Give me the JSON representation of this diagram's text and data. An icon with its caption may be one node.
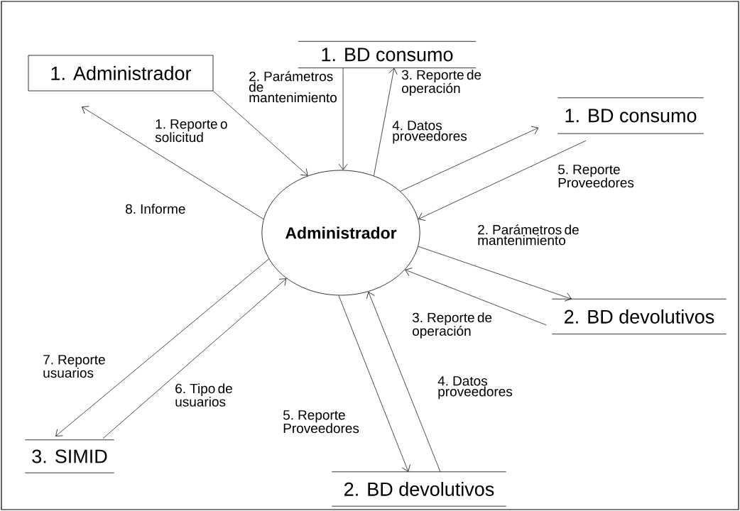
{
  "diagram": {
    "nodes": [
      {
        "text": [
          "1. Administrador"
        ]
      },
      {
        "text": [
          "1. BD consumo"
        ]
      },
      {
        "text": [
          "1. BD consumo"
        ]
      },
      {
        "text": [
          "Administrador"
        ]
      },
      {
        "text": [
          "2. BD devolutivos"
        ]
      },
      {
        "text": [
          "3. SIMID"
        ]
      },
      {
        "text": [
          "2. BD devolutivos"
        ]
      }
    ],
    "edges": [
      {
        "from": 0,
        "to": 3,
        "arrow": "to",
        "label": "1. Reporte o solicitud"
      },
      {
        "from": 3,
        "to": 0,
        "arrow": "to",
        "label": "8. Informe"
      },
      {
        "from": 1,
        "to": 3,
        "arrow": "to",
        "label": "2. Parámetros de mantenimiento"
      },
      {
        "from": 3,
        "to": 1,
        "arrow": "to",
        "label": "3. Reporte de operación"
      },
      {
        "from": 3,
        "to": 2,
        "arrow": "to",
        "label": "4. Datos proveedores"
      },
      {
        "from": 2,
        "to": 3,
        "arrow": "to",
        "label": "5. Reporte Proveedores"
      },
      {
        "from": 3,
        "to": 4,
        "arrow": "to",
        "label": "2. Parámetros de mantenimiento"
      },
      {
        "from": 4,
        "to": 3,
        "arrow": "to",
        "label": "3. Reporte de operación"
      },
      {
        "from": 3,
        "to": 6,
        "arrow": "to",
        "label": "5. Reporte Proveedores"
      },
      {
        "from": 6,
        "to": 3,
        "arrow": "to",
        "label": "4. Datos proveedores"
      },
      {
        "from": 3,
        "to": 5,
        "arrow": "to",
        "label": "7. Reporte usuarios"
      },
      {
        "from": 5,
        "to": 3,
        "arrow": "to",
        "label": "6. Tipo de usuarios"
      }
    ]
  }
}
